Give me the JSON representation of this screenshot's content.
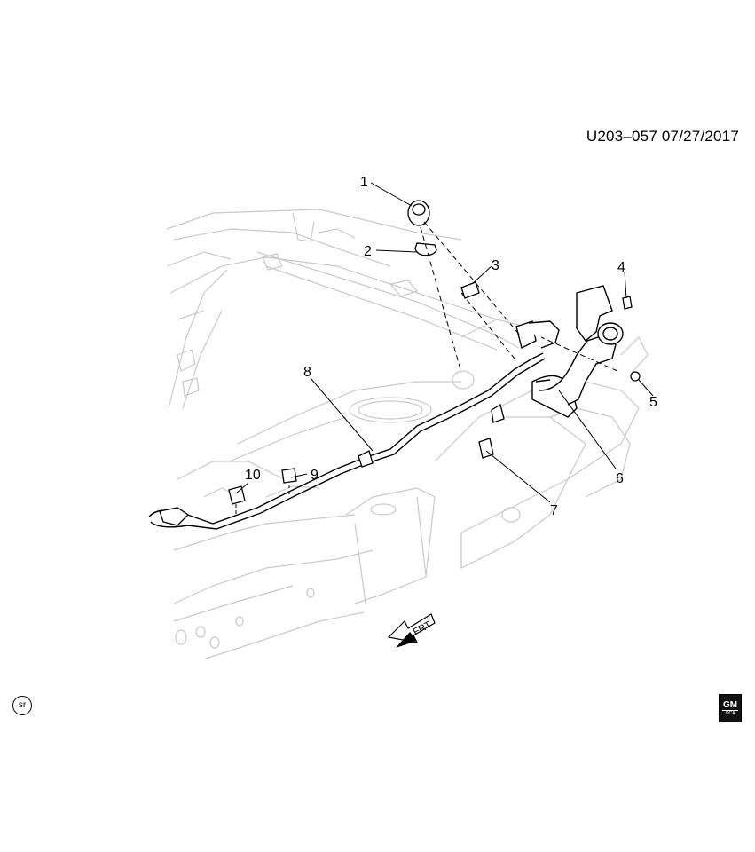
{
  "header": {
    "code": "U203–057  07/27/2017"
  },
  "callouts": [
    {
      "num": "1"
    },
    {
      "num": "2"
    },
    {
      "num": "3"
    },
    {
      "num": "4"
    },
    {
      "num": "5"
    },
    {
      "num": "6"
    },
    {
      "num": "7"
    },
    {
      "num": "8"
    },
    {
      "num": "9"
    },
    {
      "num": "10"
    }
  ],
  "direction": {
    "label": "FRT"
  },
  "badges": {
    "sr": "sr",
    "gm_top": "GM",
    "gm_bottom": "OCA"
  }
}
